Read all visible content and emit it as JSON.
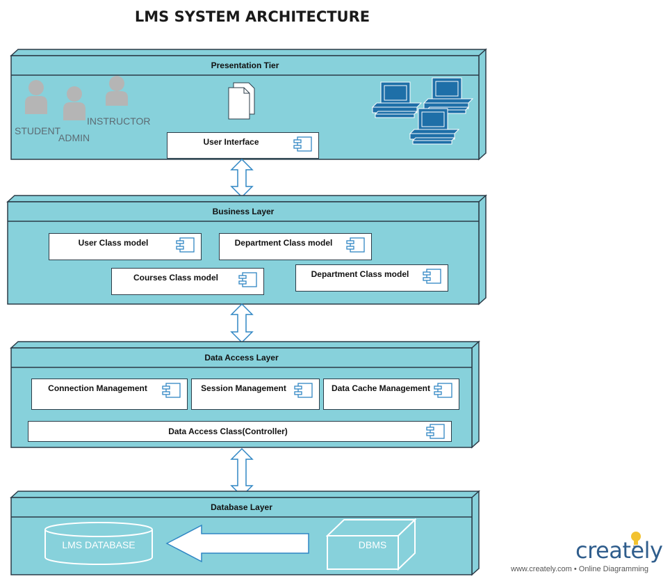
{
  "title": "LMS SYSTEM ARCHITECTURE",
  "colors": {
    "layer_fill": "#87d1db",
    "layer_stroke": "#2b3b47",
    "arrow_stroke": "#2f86c4",
    "actor_gray": "#b5b5b5",
    "computer_blue": "#1e6fa8",
    "brand_blue": "#2f5d8c"
  },
  "presentation": {
    "title": "Presentation Tier",
    "actors": [
      "STUDENT",
      "ADMIN",
      "INSTRUCTOR"
    ],
    "component": "User Interface",
    "icons": [
      "person-icon",
      "document-icon",
      "computer-icon"
    ]
  },
  "business": {
    "title": "Business Layer",
    "components": [
      "User Class model",
      "Department Class model",
      "Courses Class model",
      "Department Class model"
    ]
  },
  "data_access": {
    "title": "Data Access Layer",
    "components": [
      "Connection Management",
      "Session Management",
      "Data Cache Management",
      "Data Access Class(Controller)"
    ]
  },
  "database": {
    "title": "Database Layer",
    "db_label": "LMS DATABASE",
    "dbms_label": "DBMS"
  },
  "brand": {
    "name": "creately",
    "tagline": "www.creately.com • Online Diagramming"
  }
}
